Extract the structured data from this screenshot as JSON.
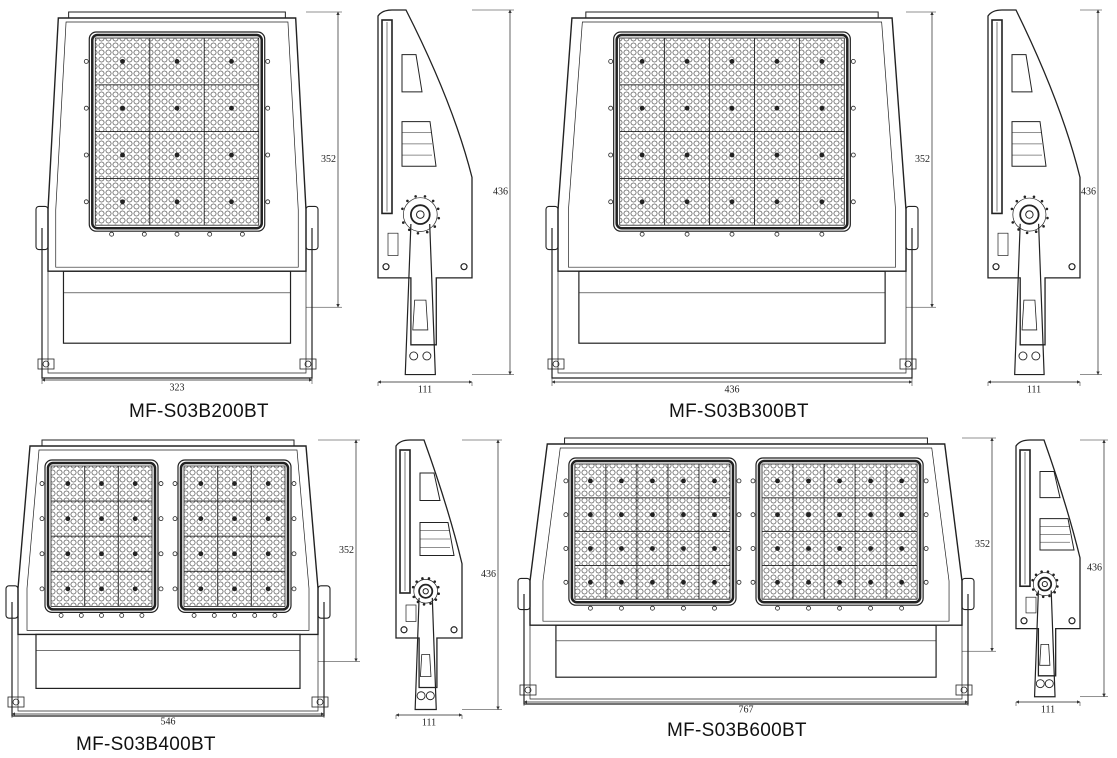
{
  "products": [
    {
      "model": "MF-S03B200BT",
      "front": {
        "width": "323",
        "height": "352",
        "led_cols": 3,
        "led_rows": 4,
        "panels": 1
      },
      "side": {
        "width": "111",
        "height": "436"
      }
    },
    {
      "model": "MF-S03B300BT",
      "front": {
        "width": "436",
        "height": "352",
        "led_cols": 5,
        "led_rows": 4,
        "panels": 1
      },
      "side": {
        "width": "111",
        "height": "436"
      }
    },
    {
      "model": "MF-S03B400BT",
      "front": {
        "width": "546",
        "height": "352",
        "led_cols": 3,
        "led_rows": 4,
        "panels": 2
      },
      "side": {
        "width": "111",
        "height": "436"
      }
    },
    {
      "model": "MF-S03B600BT",
      "front": {
        "width": "767",
        "height": "352",
        "led_cols": 5,
        "led_rows": 4,
        "panels": 2
      },
      "side": {
        "width": "111",
        "height": "436"
      }
    }
  ]
}
